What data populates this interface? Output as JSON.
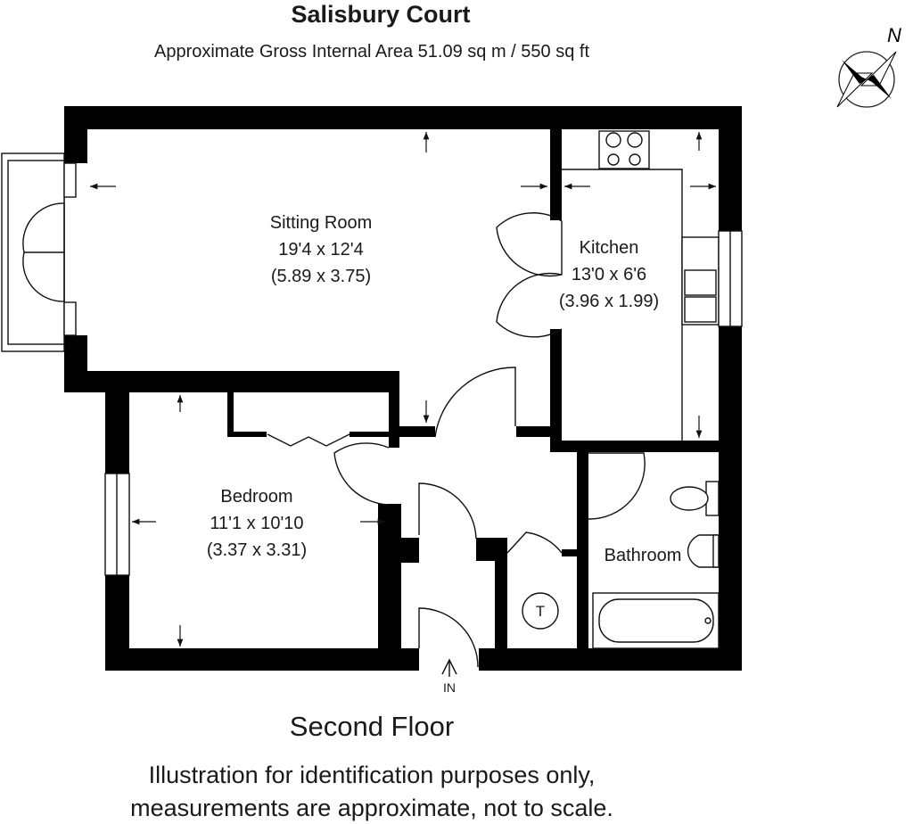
{
  "header": {
    "title": "Salisbury Court",
    "subtitle": "Approximate Gross Internal Area 51.09 sq m / 550 sq ft"
  },
  "compass": {
    "north_label": "N"
  },
  "rooms": {
    "sitting": {
      "name": "Sitting Room",
      "imperial": "19'4 x 12'4",
      "metric": "(5.89 x 3.75)"
    },
    "kitchen": {
      "name": "Kitchen",
      "imperial": "13'0 x 6'6",
      "metric": "(3.96 x 1.99)"
    },
    "bedroom": {
      "name": "Bedroom",
      "imperial": "11'1 x 10'10",
      "metric": "(3.37 x 3.31)"
    },
    "bathroom": {
      "name": "Bathroom"
    }
  },
  "labels": {
    "entrance": "IN",
    "cupboard": "T"
  },
  "footer": {
    "floor": "Second Floor",
    "disclaimer_line1": "Illustration for identification purposes only,",
    "disclaimer_line2": "measurements are approximate, not to scale."
  }
}
